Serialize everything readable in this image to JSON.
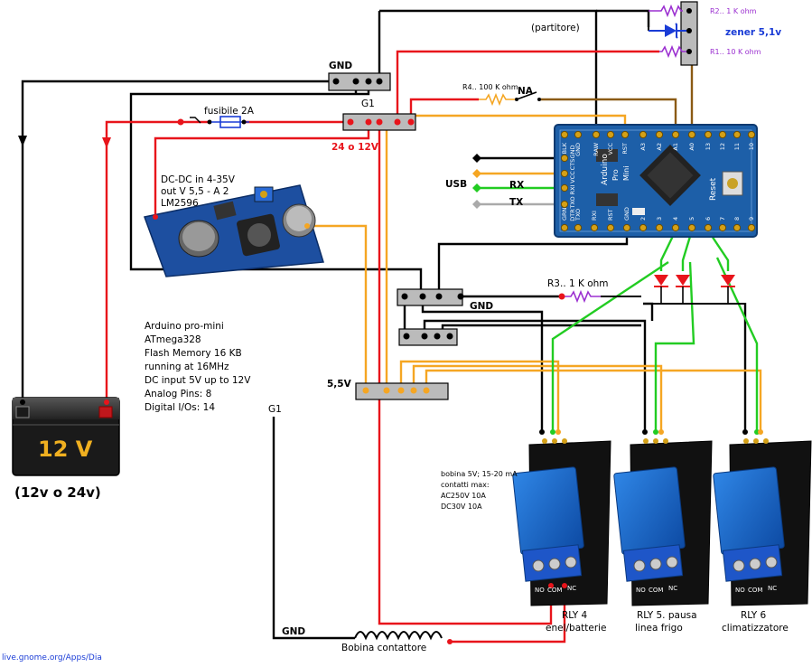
{
  "labels": {
    "gnd_top": "GND",
    "g1_top": "G1",
    "fuse": "fusibile 2A",
    "v24": "24 o 12V",
    "dcdc": [
      "DC-DC in 4-35V",
      "out V 5,5 - A 2",
      "LM2596"
    ],
    "partitore": "(partitore)",
    "r2": "R2.. 1 K ohm",
    "zener": "zener 5,1v",
    "r1": "R1.. 10 K ohm",
    "r4": "R4.. 100 K ohm",
    "na": "NA",
    "usb": "USB",
    "rx": "RX",
    "tx": "TX",
    "r3": "R3.. 1 K ohm",
    "gnd_mid": "GND",
    "v55": "5,5V",
    "arduino_info": [
      "Arduino pro-mini",
      "ATmega328",
      "Flash Memory  16 KB",
      "running at 16MHz",
      "DC input 5V up to 12V",
      "Analog Pins: 8",
      "Digital I/Os: 14"
    ],
    "battery_text": "12 V",
    "battery_caption": "(12v o 24v)",
    "g1_bottom": "G1",
    "gnd_bottom": "GND",
    "bobina": "Bobina contattore",
    "relay_spec": [
      "bobina 5V; 15-20 mA",
      "contatti max:",
      "AC250V 10A",
      "DC30V 10A"
    ],
    "rly4": [
      "RLY 4",
      "enel/batterie"
    ],
    "rly5": [
      "RLY 5. pausa",
      "linea frigo"
    ],
    "rly6": [
      "RLY 6",
      "climatizzatore"
    ],
    "footer": "live.gnome.org/Apps/Dia",
    "relay_terms": [
      "NO",
      "COM",
      "NC"
    ],
    "arduino_board": [
      "Arduino",
      "Pro",
      "Mini",
      "Reset"
    ],
    "arduino_pins_top": [
      "BLK",
      "GND",
      "RAW",
      "VCC",
      "RST",
      "A3",
      "A2",
      "A1",
      "A0",
      "13",
      "12",
      "11",
      "10"
    ],
    "arduino_pins_bottom": [
      "GRN",
      "TXO",
      "RXI",
      "RST",
      "GND",
      "2",
      "3",
      "4",
      "5",
      "6",
      "7",
      "8",
      "9"
    ],
    "arduino_pins_left": [
      "GND",
      "CTS",
      "VCC",
      "RXI",
      "TXO",
      "DTR"
    ]
  },
  "colors": {
    "black": "#000000",
    "red": "#e8141b",
    "orange": "#f5a623",
    "green": "#22cc22",
    "brown": "#8b5a14",
    "blue": "#1a3cd6",
    "purple": "#9b30d0",
    "gray": "#aaaaaa",
    "arduino": "#1d5fa8",
    "relay_blue": "#1b63c4"
  }
}
